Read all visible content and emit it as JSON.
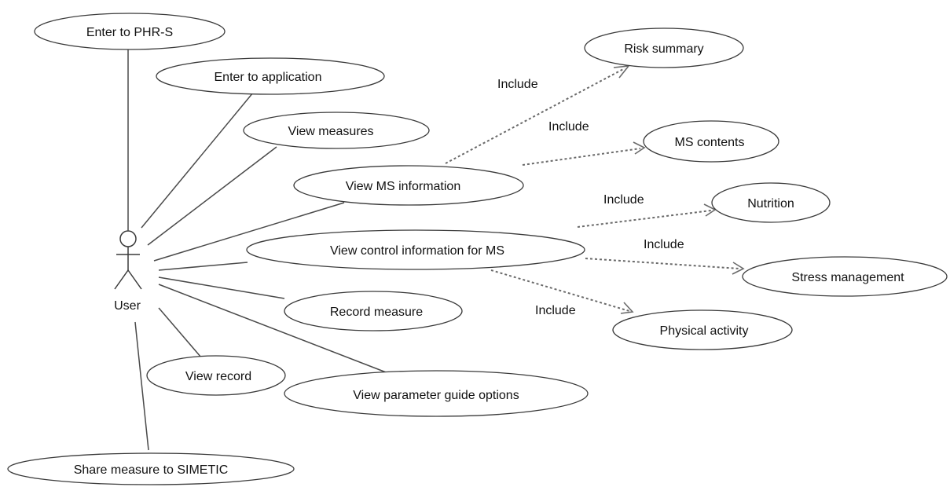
{
  "actor": {
    "label": "User"
  },
  "use_cases": {
    "enter_phr": "Enter to PHR-S",
    "enter_app": "Enter to application",
    "view_measures": "View measures",
    "view_ms_info": "View MS information",
    "view_control_info": "View control information for MS",
    "record_measure": "Record measure",
    "view_record": "View record",
    "view_param_guide": "View parameter guide options",
    "share_measure": "Share measure to SIMETIC",
    "risk_summary": "Risk summary",
    "ms_contents": "MS contents",
    "nutrition": "Nutrition",
    "stress_management": "Stress management",
    "physical_activity": "Physical activity"
  },
  "include_labels": {
    "risk_summary": "Include",
    "ms_contents": "Include",
    "nutrition": "Include",
    "stress_management": "Include",
    "physical_activity": "Include"
  }
}
